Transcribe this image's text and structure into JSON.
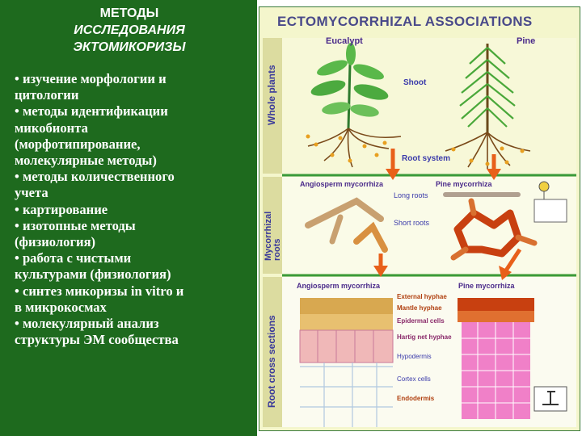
{
  "left": {
    "title_lines": [
      "МЕТОДЫ",
      "ИССЛЕДОВАНИЯ",
      "ЭКТОМИКОРИЗЫ"
    ],
    "bullet_lines": [
      "• изучение морфологии и",
      "цитологии",
      "• методы идентификации",
      "микобионта",
      "(морфотипирование,",
      "молекулярные методы)",
      "• методы количественного",
      "учета",
      "• картирование",
      "• изотопные методы",
      "(физиология)",
      "• работа с чистыми",
      " культурами (физиология)",
      "• синтез микоризы in vitro и",
      "в микрокосмах",
      "• молекулярный анализ",
      "структуры ЭМ сообщества"
    ]
  },
  "figure": {
    "title": "ECTOMYCORRHIZAL ASSOCIATIONS",
    "side_labels": [
      "Whole plants",
      "Mycorrhizal roots",
      "Root cross sections"
    ],
    "whole_plants": {
      "left": "Eucalypt",
      "right": "Pine",
      "shoot": "Shoot",
      "root_system": "Root system"
    },
    "mycorrhizal_roots": {
      "left": "Angiosperm mycorrhiza",
      "right": "Pine mycorrhiza",
      "long_roots": "Long roots",
      "short_roots": "Short roots"
    },
    "cross_sections": {
      "left": "Angiosperm mycorrhiza",
      "right": "Pine mycorrhiza",
      "labels": [
        "External hyphae",
        "Mantle hyphae",
        "Epidermal cells",
        "Hartig net hyphae",
        "Hypodermis",
        "Cortex cells",
        "Endodermis"
      ]
    }
  }
}
